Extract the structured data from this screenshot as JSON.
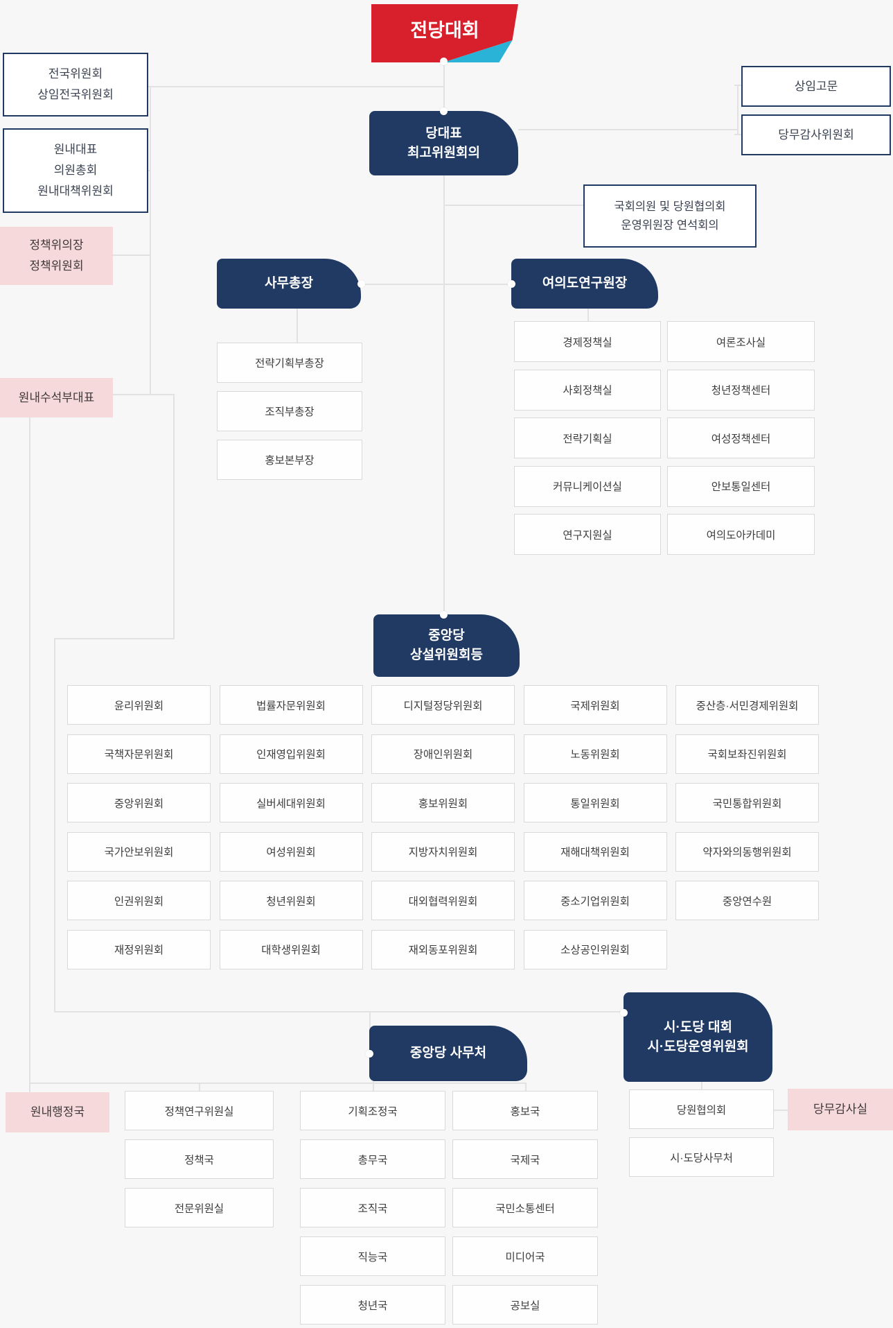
{
  "banner": {
    "title": "전당대회"
  },
  "top_boxes": {
    "national_committee": "전국위원회\n상임전국위원회",
    "floor_leader": "원내대표\n의원총회\n원내대책위원회",
    "senior_advisors": "상임고문",
    "audit_committee": "당무감사위원회",
    "joint_meeting": "국회의원 및 당원협의회\n운영위원장 연석회의"
  },
  "pink_boxes": {
    "policy_chair": "정책위의장\n정책위원회",
    "deputy_floor_leader": "원내수석부대표",
    "floor_admin_bureau": "원내행정국",
    "audit_office": "당무감사실"
  },
  "headers": {
    "party_leader": "당대표\n최고위원회의",
    "secretary_general": "사무총장",
    "yeouido_institute": "여의도연구원장",
    "standing_committees": "중앙당\n상설위원회등",
    "central_secretariat": "중앙당 사무처",
    "sido_convention": "시·도당 대회\n시·도당운영위원회"
  },
  "secretary_sub_boxes": [
    "전략기획부총장",
    "조직부총장",
    "홍보본부장"
  ],
  "research_grid": {
    "left": [
      "경제정책실",
      "사회정책실",
      "전략기획실",
      "커뮤니케이션실",
      "연구지원실"
    ],
    "right": [
      "여론조사실",
      "청년정책센터",
      "여성정책센터",
      "안보통일센터",
      "여의도아카데미"
    ]
  },
  "committees": {
    "r1": [
      "윤리위원회",
      "법률자문위원회",
      "디지털정당위원회",
      "국제위원회",
      "중산층·서민경제위원회"
    ],
    "r2": [
      "국책자문위원회",
      "인재영입위원회",
      "장애인위원회",
      "노동위원회",
      "국회보좌진위원회"
    ],
    "r3": [
      "중앙위원회",
      "실버세대위원회",
      "홍보위원회",
      "통일위원회",
      "국민통합위원회"
    ],
    "r4": [
      "국가안보위원회",
      "여성위원회",
      "지방자치위원회",
      "재해대책위원회",
      "약자와의동행위원회"
    ],
    "r5": [
      "인권위원회",
      "청년위원회",
      "대외협력위원회",
      "중소기업위원회",
      "중앙연수원"
    ],
    "r6": [
      "재정위원회",
      "대학생위원회",
      "재외동포위원회",
      "소상공인위원회"
    ]
  },
  "bureaus": {
    "policy_col": [
      "정책연구위원실",
      "정책국",
      "전문위원실"
    ],
    "col_a": [
      "기획조정국",
      "총무국",
      "조직국",
      "직능국",
      "청년국"
    ],
    "col_b": [
      "홍보국",
      "국제국",
      "국민소통센터",
      "미디어국",
      "공보실"
    ],
    "sido_col": [
      "당원협의회",
      "시·도당사무처"
    ]
  },
  "colors": {
    "navy": "#203a63",
    "red": "#d8202d",
    "cyan": "#2ab2d7",
    "pink": "#f5d9db",
    "background": "#f7f7f8",
    "line": "#e2e2e4"
  }
}
